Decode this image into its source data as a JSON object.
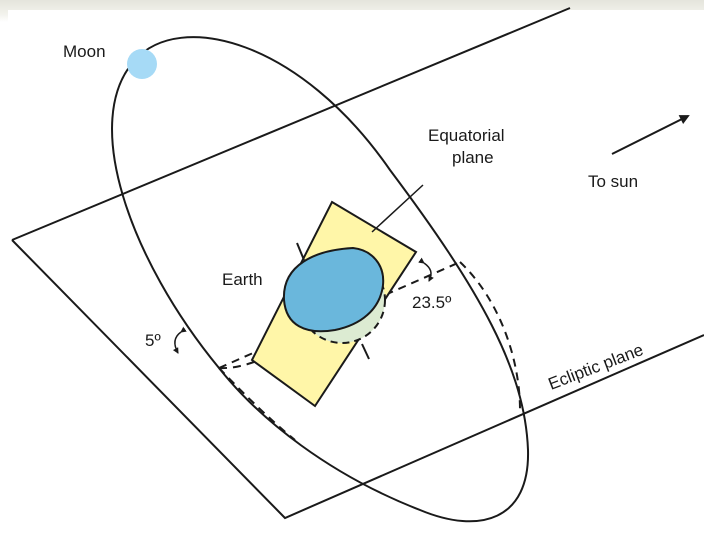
{
  "labels": {
    "moon": "Moon",
    "equatorial_plane_line1": "Equatorial",
    "equatorial_plane_line2": "plane",
    "to_sun": "To sun",
    "earth": "Earth",
    "earth_tilt": "23.5º",
    "moon_orbit_tilt": "5º",
    "ecliptic_plane": "Ecliptic plane"
  },
  "colors": {
    "line": "#1a1a1a",
    "equatorial_plane_fill": "#fff6a8",
    "earth_fill": "#6ab7dc",
    "earth_shadow_fill": "#dcebd2",
    "moon_fill": "#a6daf6",
    "background": "#ffffff"
  }
}
